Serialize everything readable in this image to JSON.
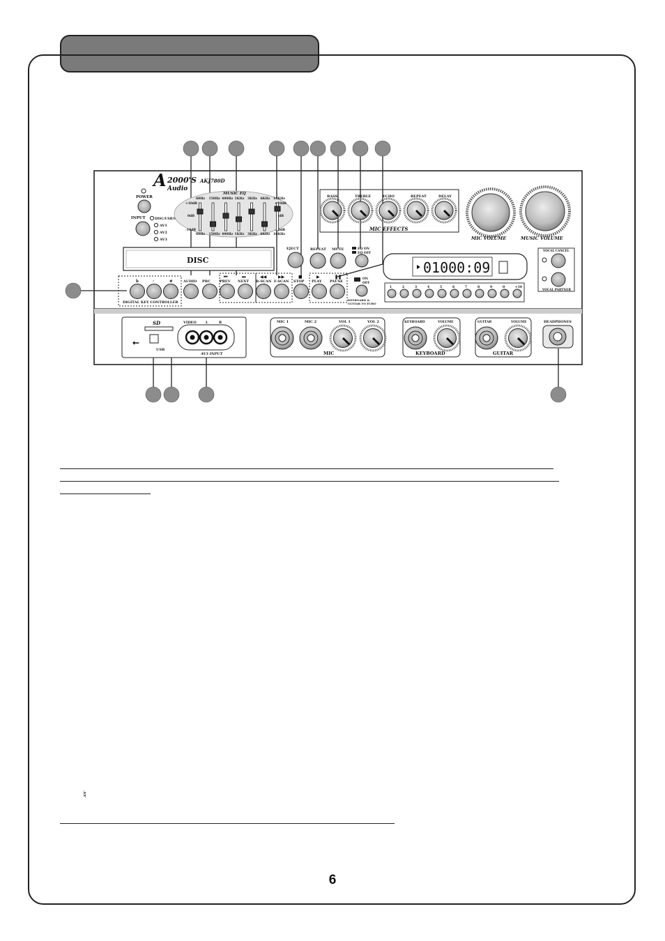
{
  "page": {
    "number": "6",
    "natural_glyph": "♮"
  },
  "panel": {
    "brand": {
      "line1": "2000'S",
      "line2": "Audio",
      "model": "AKJ780D"
    },
    "power_label": "POWER",
    "input_label": "INPUT",
    "input_options": [
      "DISC/USB/SD",
      "AV1",
      "AV2",
      "AV3"
    ],
    "music_eq": {
      "title": "MUSIC EQ",
      "bands": [
        "60Hz",
        "150Hz",
        "400Hz",
        "1KHz",
        "3KHz",
        "6KHz",
        "16KHz"
      ],
      "levels": [
        "+10dB",
        "0dB",
        "-10dB"
      ]
    },
    "disc_label": "DISC",
    "mic_effects": {
      "knobs": [
        "BASS",
        "TREBLE",
        "ECHO",
        "REPEAT",
        "DELAY"
      ],
      "title": "MIC EFFECTS"
    },
    "mic_volume_label": "MIC VOLUME",
    "music_volume_label": "MUSIC VOLUME",
    "eject_label": "EJECT",
    "repeat_label": "REPEAT",
    "mute_label": "MUTE",
    "eq_on": "EQ ON",
    "eq_off": "EQ OFF",
    "display_value": "01000:09",
    "vocal_cancel": "VOCAL CANCEL",
    "vocal_partner": "VOCAL PARTNER",
    "digital_keys": [
      "b",
      "♮",
      "#"
    ],
    "digital_key_controller": "DIGITAL KEY CONTROLLER",
    "transport": [
      "AUDIO",
      "PBC",
      "PREV",
      "NEXT",
      "B-SCAN",
      "F-SCAN",
      "STOP",
      "PLAY",
      "PAUSE"
    ],
    "kb_on": "ON",
    "kb_off": "OFF",
    "kb_euro": [
      "KEYBOARD &",
      "GUITAR TO EURO"
    ],
    "number_keys": [
      "1",
      "2",
      "3",
      "4",
      "5",
      "6",
      "7",
      "8",
      "9",
      "0",
      "+10"
    ],
    "sd_label": "SD",
    "usb_label": "USB",
    "av3": {
      "jacks": [
        "VIDEO",
        "L",
        "R"
      ],
      "title": "AV3 INPUT"
    },
    "mic_section": {
      "items": [
        "MIC 1",
        "MIC 2",
        "VOL 1",
        "VOL 2"
      ],
      "title": "MIC"
    },
    "keyboard_section": {
      "items": [
        "KEYBOARD",
        "VOLUME"
      ],
      "title": "KEYBOARD"
    },
    "guitar_section": {
      "items": [
        "GUITAR",
        "VOLUME"
      ],
      "title": "GUITAR"
    },
    "headphones_label": "HEADPHONES"
  }
}
